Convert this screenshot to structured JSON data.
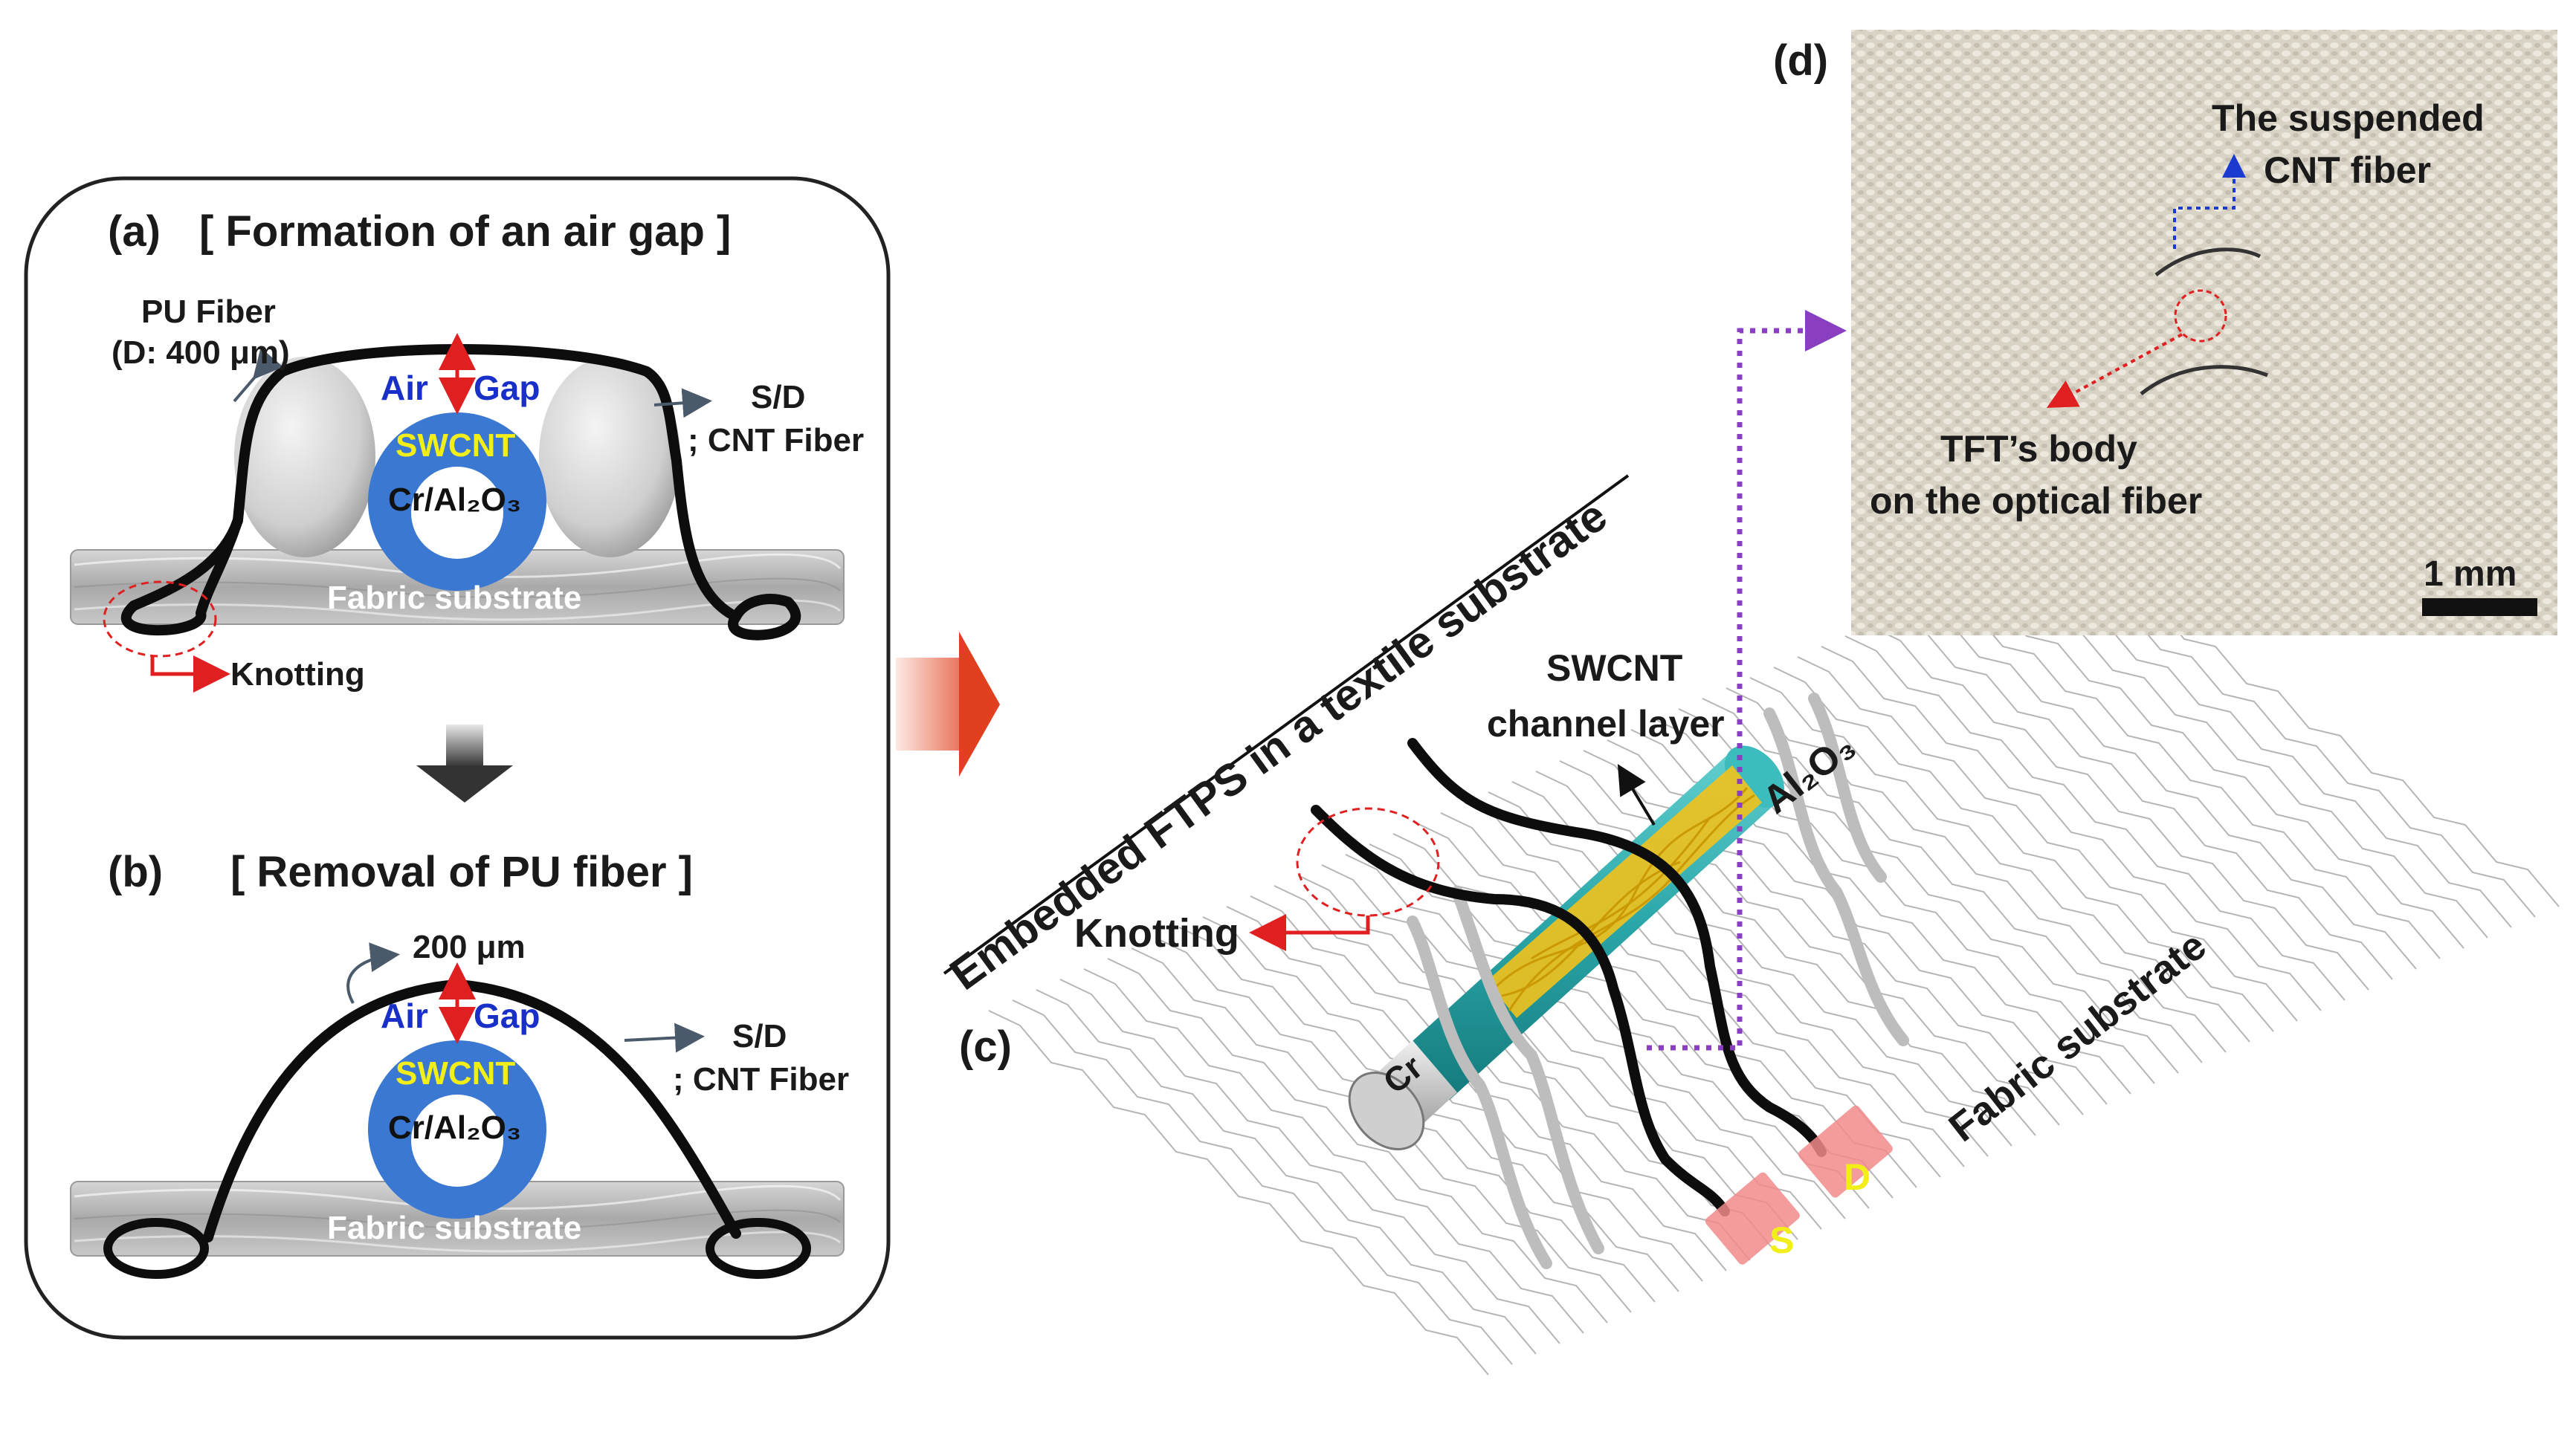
{
  "panel_a": {
    "tag": "(a)",
    "title": "[ Formation of an air gap ]",
    "pu_fiber_line1": "PU Fiber",
    "pu_fiber_line2": "(D: 400 μm)",
    "air": "Air",
    "gap": "Gap",
    "sd_line1": "S/D",
    "sd_line2": "; CNT Fiber",
    "swcnt": "SWCNT",
    "core": "Cr/Al₂O₃",
    "fabric": "Fabric substrate",
    "knotting": "Knotting"
  },
  "panel_b": {
    "tag": "(b)",
    "title": "[ Removal of PU fiber ]",
    "dim": "200 μm",
    "air": "Air",
    "gap": "Gap",
    "sd_line1": "S/D",
    "sd_line2": "; CNT Fiber",
    "swcnt": "SWCNT",
    "core": "Cr/Al₂O₃",
    "fabric": "Fabric substrate"
  },
  "panel_c": {
    "tag": "(c)",
    "rotated_title": "Embedded FTPS in a textile substrate",
    "swcnt_line1": "SWCNT",
    "swcnt_line2": "channel layer",
    "al2o3": "Al₂O₃",
    "cr": "Cr",
    "knotting": "Knotting",
    "fabric": "Fabric substrate",
    "source": "S",
    "drain": "D"
  },
  "panel_d": {
    "tag": "(d)",
    "suspended_line1": "The suspended",
    "suspended_line2": "CNT fiber",
    "body_line1": "TFT’s body",
    "body_line2": "on the optical fiber",
    "scale": "1 mm"
  },
  "colors": {
    "swcnt_yellow": "#f2ee1a",
    "air_blue": "#1830c8",
    "core_blue": "#3a78d2",
    "cylinder_teal": "#2aa6a8",
    "arrow_red": "#e02020",
    "dotted_purple": "#8a3fc0",
    "photo_bg": "#d9d4c6"
  }
}
